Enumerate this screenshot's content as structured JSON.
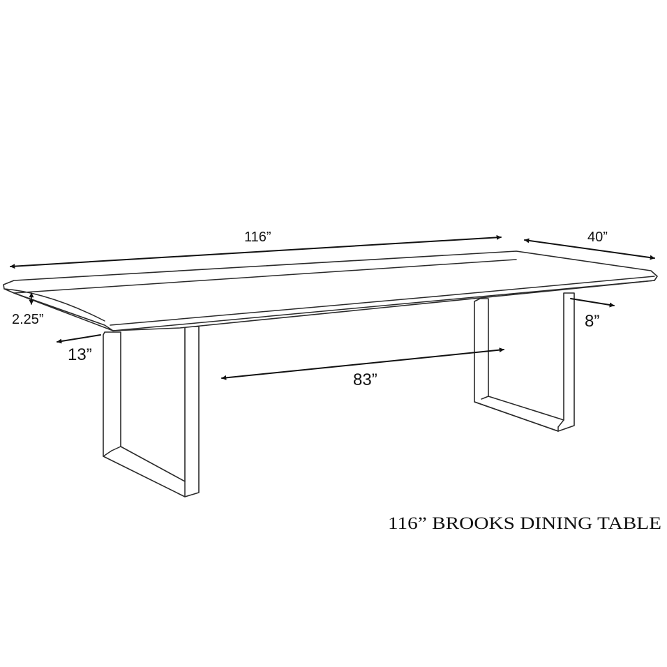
{
  "diagram": {
    "caption": "116” BROOKS DINING TABLE",
    "dimensions": {
      "length": "116”",
      "depth": "40”",
      "top_thickness": "2.25”",
      "leg_depth": "13”",
      "leg_width": "8”",
      "leg_spacing": "83”"
    }
  }
}
